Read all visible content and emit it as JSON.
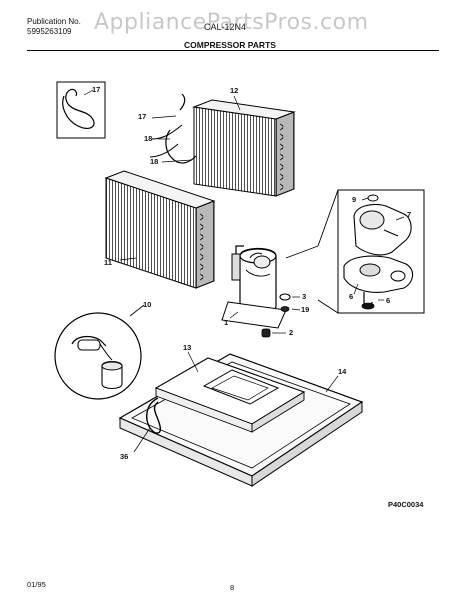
{
  "header": {
    "publication_label": "Publication No.",
    "publication_number": "5995263109",
    "watermark": "AppliancePartsPros.com",
    "model_fragment": "CAL-12N4",
    "section_title": "COMPRESSOR PARTS"
  },
  "callouts": {
    "c17_inset": "17",
    "c17": "17",
    "c12": "12",
    "c18a": "18",
    "c18b": "18",
    "c9": "9",
    "c7": "7",
    "c11": "11",
    "c3": "3",
    "c19": "19",
    "c6a": "6",
    "c6b": "6",
    "c1": "1",
    "c2": "2",
    "c10": "10",
    "c13": "13",
    "c14": "14",
    "c36": "36"
  },
  "drawing_code": "P40C0034",
  "footer": {
    "date": "01/95",
    "page": "8"
  }
}
